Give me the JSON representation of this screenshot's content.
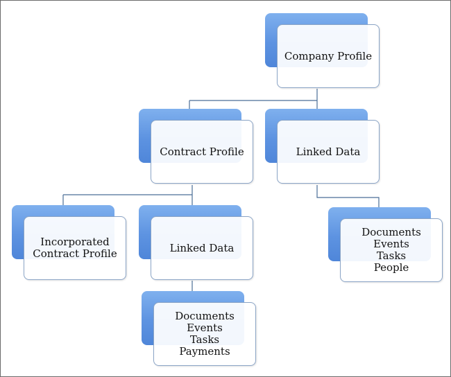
{
  "diagram": {
    "root": {
      "label": "Company Profile"
    },
    "contract_profile": {
      "label": "Contract Profile"
    },
    "company_linked_data": {
      "label": "Linked Data",
      "items": [
        "Documents",
        "Events",
        "Tasks",
        "People"
      ]
    },
    "incorporated_contract_profile": {
      "lines": [
        "Incorporated",
        "Contract Profile"
      ]
    },
    "contract_linked_data": {
      "label": "Linked Data",
      "items": [
        "Documents",
        "Events",
        "Tasks",
        "Payments"
      ]
    },
    "colors": {
      "box_blue": "#5d93e1",
      "connector": "#4a6d96",
      "box_border": "#8aa4c6"
    }
  }
}
